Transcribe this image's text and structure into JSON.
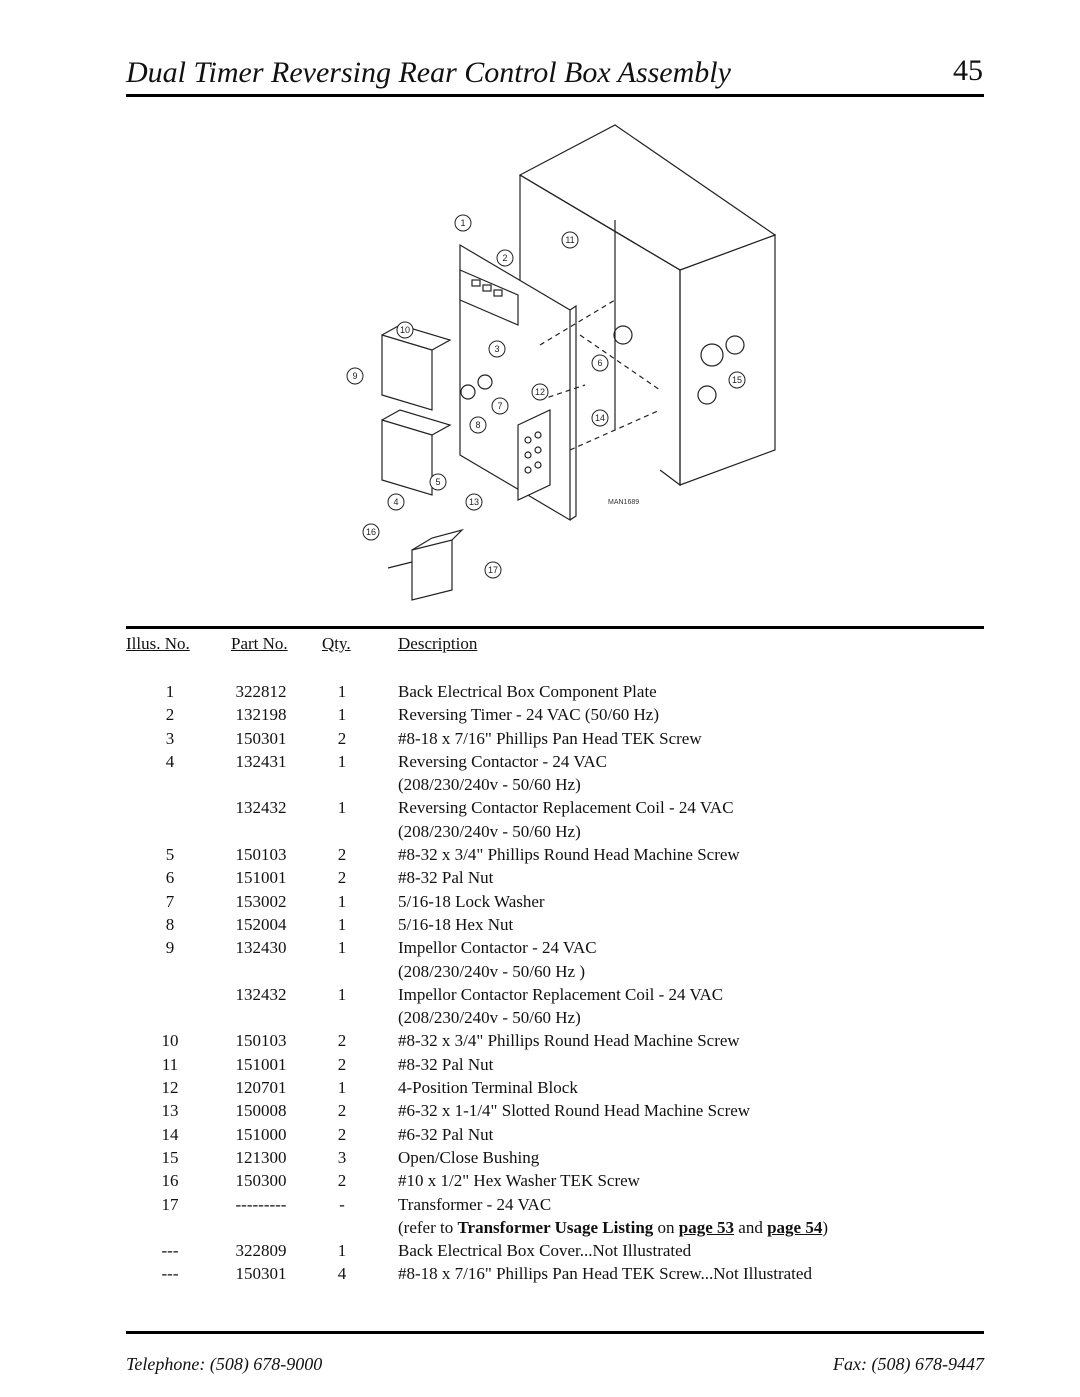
{
  "page": {
    "title": "Dual Timer Reversing Rear Control Box Assembly",
    "number": "45"
  },
  "figure": {
    "callouts": [
      "1",
      "2",
      "3",
      "4",
      "5",
      "6",
      "7",
      "8",
      "9",
      "10",
      "11",
      "12",
      "13",
      "14",
      "15",
      "16",
      "17"
    ],
    "drawing_id": "MAN1689"
  },
  "table": {
    "headers": {
      "illus": "Illus. No.",
      "part": "Part No.",
      "qty": "Qty.",
      "desc": "Description"
    },
    "rows": [
      {
        "illus": "1",
        "part": "322812",
        "qty": "1",
        "desc": "Back Electrical Box Component Plate"
      },
      {
        "illus": "2",
        "part": "132198",
        "qty": "1",
        "desc": "Reversing Timer - 24 VAC (50/60 Hz)"
      },
      {
        "illus": "3",
        "part": "150301",
        "qty": "2",
        "desc": "#8-18 x 7/16\" Phillips Pan Head TEK Screw"
      },
      {
        "illus": "4",
        "part": "132431",
        "qty": "1",
        "desc": "Reversing Contactor - 24 VAC"
      },
      {
        "illus": "",
        "part": "",
        "qty": "",
        "desc": "(208/230/240v - 50/60 Hz)"
      },
      {
        "illus": "",
        "part": "132432",
        "qty": "1",
        "desc": "Reversing Contactor Replacement Coil - 24 VAC"
      },
      {
        "illus": "",
        "part": "",
        "qty": "",
        "desc": "(208/230/240v - 50/60 Hz)"
      },
      {
        "illus": "5",
        "part": "150103",
        "qty": "2",
        "desc": "#8-32 x 3/4\" Phillips Round Head Machine Screw"
      },
      {
        "illus": "6",
        "part": "151001",
        "qty": "2",
        "desc": "#8-32 Pal Nut"
      },
      {
        "illus": "7",
        "part": "153002",
        "qty": "1",
        "desc": "5/16-18 Lock Washer"
      },
      {
        "illus": "8",
        "part": "152004",
        "qty": "1",
        "desc": "5/16-18 Hex Nut"
      },
      {
        "illus": "9",
        "part": "132430",
        "qty": "1",
        "desc": "Impellor Contactor - 24 VAC"
      },
      {
        "illus": "",
        "part": "",
        "qty": "",
        "desc": "(208/230/240v - 50/60 Hz )"
      },
      {
        "illus": "",
        "part": "132432",
        "qty": "1",
        "desc": "Impellor Contactor Replacement Coil - 24 VAC"
      },
      {
        "illus": "",
        "part": "",
        "qty": "",
        "desc": "(208/230/240v - 50/60 Hz)"
      },
      {
        "illus": "10",
        "part": "150103",
        "qty": "2",
        "desc": "#8-32 x 3/4\" Phillips Round Head Machine Screw"
      },
      {
        "illus": "11",
        "part": "151001",
        "qty": "2",
        "desc": "#8-32 Pal Nut"
      },
      {
        "illus": "12",
        "part": "120701",
        "qty": "1",
        "desc": "4-Position Terminal Block"
      },
      {
        "illus": "13",
        "part": "150008",
        "qty": "2",
        "desc": "#6-32 x 1-1/4\" Slotted Round Head Machine Screw"
      },
      {
        "illus": "14",
        "part": "151000",
        "qty": "2",
        "desc": "#6-32 Pal Nut"
      },
      {
        "illus": "15",
        "part": "121300",
        "qty": "3",
        "desc": "Open/Close Bushing"
      },
      {
        "illus": "16",
        "part": "150300",
        "qty": "2",
        "desc": "#10 x 1/2\" Hex Washer TEK Screw"
      },
      {
        "illus": "17",
        "part": "---------",
        "qty": "-",
        "desc": "Transformer - 24 VAC"
      }
    ],
    "note": {
      "open": "(refer to ",
      "link1": "Transformer Usage Listing",
      "on": " on ",
      "page53": "page 53",
      "and": " and ",
      "page54": "page 54",
      "close": ")"
    },
    "rows_after": [
      {
        "illus": "---",
        "part": "322809",
        "qty": "1",
        "desc": "Back Electrical Box Cover...Not Illustrated"
      },
      {
        "illus": "---",
        "part": "150301",
        "qty": "4",
        "desc": "#8-18 x 7/16\" Phillips Pan Head TEK Screw...Not Illustrated"
      }
    ]
  },
  "footer": {
    "telephone": "Telephone: (508) 678-9000",
    "fax": "Fax: (508) 678-9447"
  }
}
